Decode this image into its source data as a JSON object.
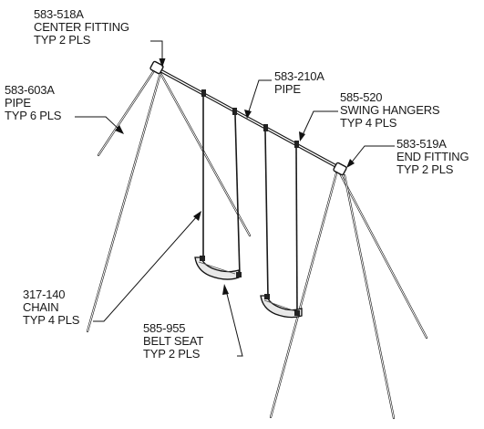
{
  "callouts": {
    "center_fitting": {
      "lines": [
        "583-518A",
        "CENTER FITTING",
        "TYP 2 PLS"
      ]
    },
    "top_pipe": {
      "lines": [
        "583-210A",
        "PIPE"
      ]
    },
    "leg_pipe": {
      "lines": [
        "583-603A",
        "PIPE",
        "TYP 6 PLS"
      ]
    },
    "swing_hangers": {
      "lines": [
        "585-520",
        "SWING HANGERS",
        "TYP 4 PLS"
      ]
    },
    "end_fitting": {
      "lines": [
        "583-519A",
        "END FITTING",
        "TYP 2 PLS"
      ]
    },
    "chain": {
      "lines": [
        "317-140",
        "CHAIN",
        "TYP 4 PLS"
      ]
    },
    "belt_seat": {
      "lines": [
        "585-955",
        "BELT SEAT",
        "TYP 2 PLS"
      ]
    }
  },
  "colors": {
    "line": "#111111",
    "seat_fill": "#e8e8e8",
    "background": "#ffffff"
  }
}
